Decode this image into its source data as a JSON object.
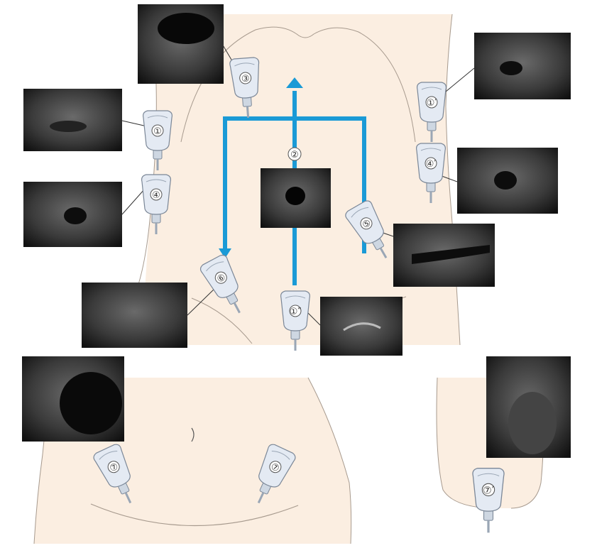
{
  "colors": {
    "skin": "#fbeee1",
    "outline": "#a79a8e",
    "arrow": "#1a9ad6",
    "probe_body": "#e4eaf3",
    "probe_edge": "#7b8797",
    "probe_cable": "#ced7e2",
    "ultrasound_bg": "#161616"
  },
  "probes": [
    {
      "id": "p3",
      "label": "③",
      "icon": "ultrasound-probe-icon"
    },
    {
      "id": "p1",
      "label": "①",
      "icon": "ultrasound-probe-icon"
    },
    {
      "id": "p4",
      "label": "④",
      "icon": "ultrasound-probe-icon"
    },
    {
      "id": "p1p",
      "label": "①′",
      "icon": "ultrasound-probe-icon"
    },
    {
      "id": "p4p",
      "label": "④′",
      "icon": "ultrasound-probe-icon"
    },
    {
      "id": "p5",
      "label": "⑤",
      "icon": "ultrasound-probe-icon"
    },
    {
      "id": "p6",
      "label": "⑥",
      "icon": "ultrasound-probe-icon"
    },
    {
      "id": "p1pp",
      "label": "①″",
      "icon": "ultrasound-probe-icon"
    },
    {
      "id": "p7a",
      "label": "⑦",
      "icon": "ultrasound-probe-icon"
    },
    {
      "id": "p7b",
      "label": "⑦",
      "icon": "ultrasound-probe-icon"
    },
    {
      "id": "p7p",
      "label": "⑦′",
      "icon": "ultrasound-probe-icon"
    }
  ],
  "arrow_label": "②"
}
